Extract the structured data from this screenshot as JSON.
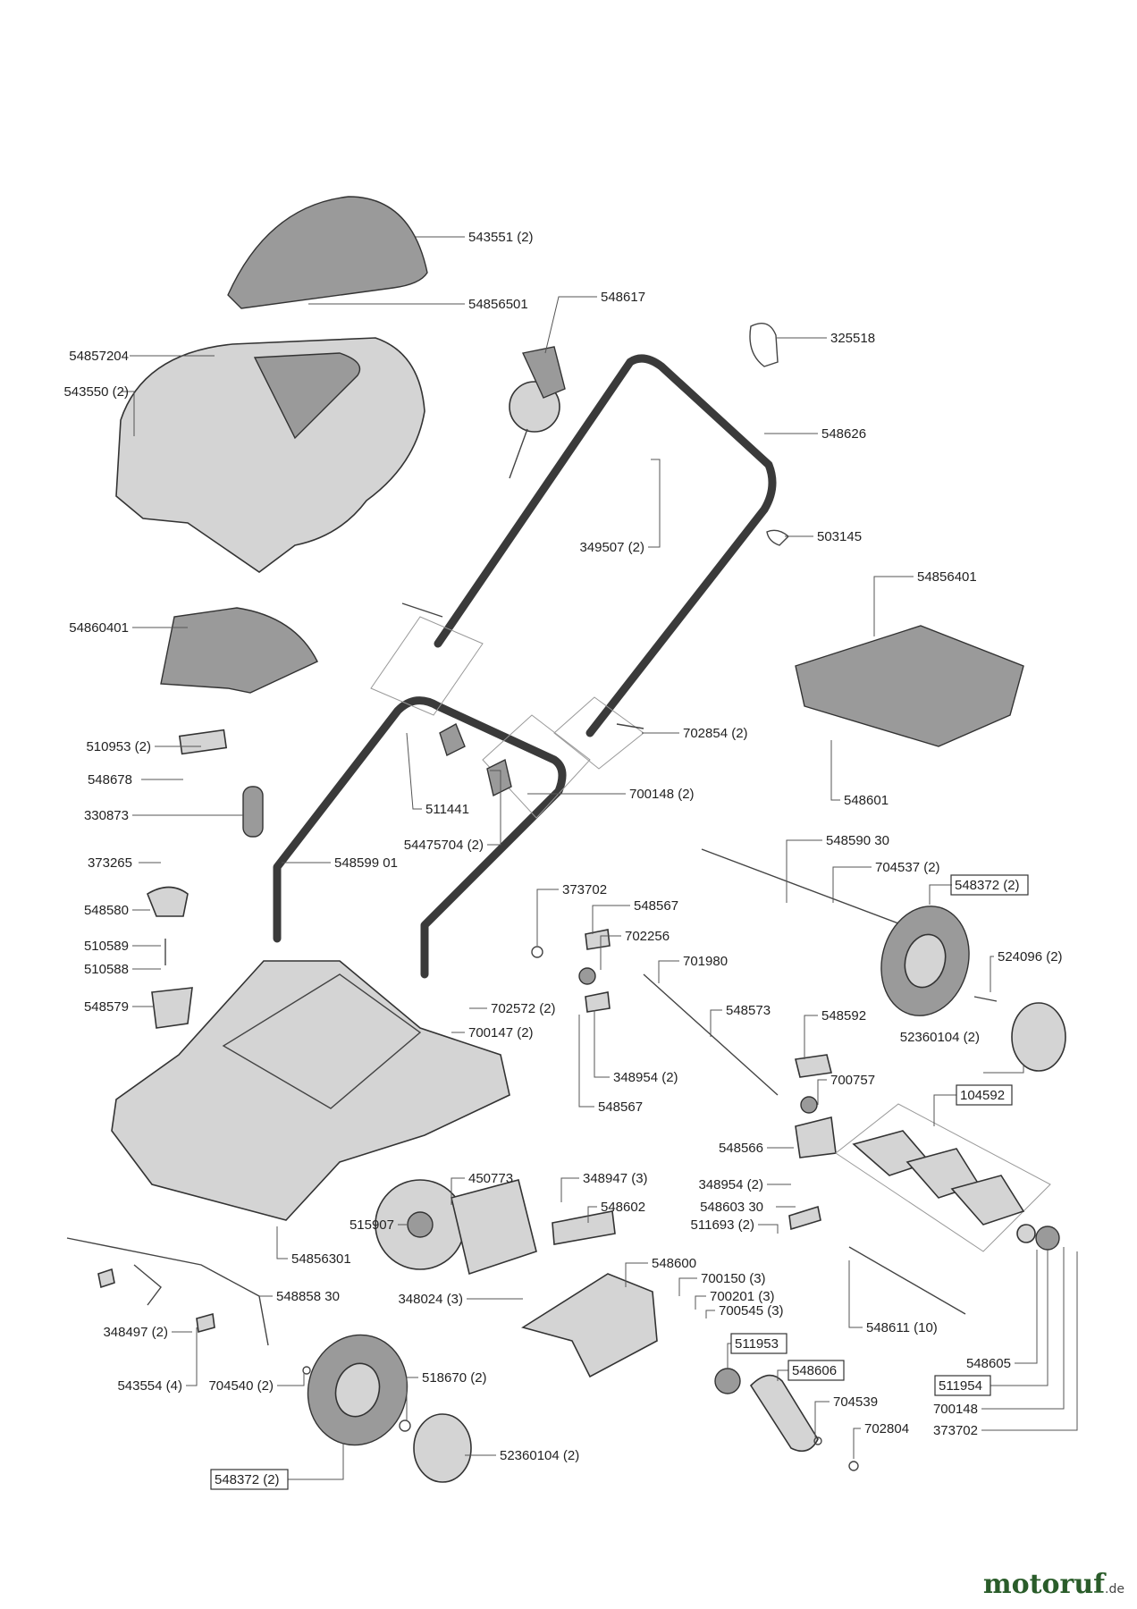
{
  "labels": [
    "543551 (2)",
    "54856501",
    "548617",
    "325518",
    "54857204",
    "543550 (2)",
    "548626",
    "349507 (2)",
    "503145",
    "54856401",
    "54860401",
    "702854 (2)",
    "510953 (2)",
    "548678",
    "511441",
    "700148 (2)",
    "548601",
    "330873",
    "54475704 (2)",
    "548590 30",
    "704537 (2)",
    "548372 (2)",
    "373265",
    "548599 01",
    "373702",
    "548567",
    "548580",
    "702256",
    "701980",
    "524096 (2)",
    "510589",
    "510588",
    "702572 (2)",
    "548573",
    "548579",
    "700147 (2)",
    "548592",
    "52360104 (2)",
    "348954 (2)",
    "700757",
    "548567",
    "104592",
    "548566",
    "450773",
    "348947 (3)",
    "348954 (2)",
    "548602",
    "548603 30",
    "515907",
    "511693 (2)",
    "548600",
    "54856301",
    "700150 (3)",
    "548858 30",
    "348024 (3)",
    "700201 (3)",
    "700545 (3)",
    "511953",
    "348497 (2)",
    "548611 (10)",
    "548606",
    "518670 (2)",
    "548605",
    "543554 (4)",
    "704540 (2)",
    "511954",
    "704539",
    "700148",
    "702804",
    "373702",
    "52360104 (2)",
    "548372 (2)"
  ],
  "boxed_labels": [
    "548372 (2)",
    "104592",
    "511953",
    "548606",
    "511954",
    "548372 (2)"
  ],
  "brand": {
    "name": "motoruf",
    "tld": ".de"
  }
}
